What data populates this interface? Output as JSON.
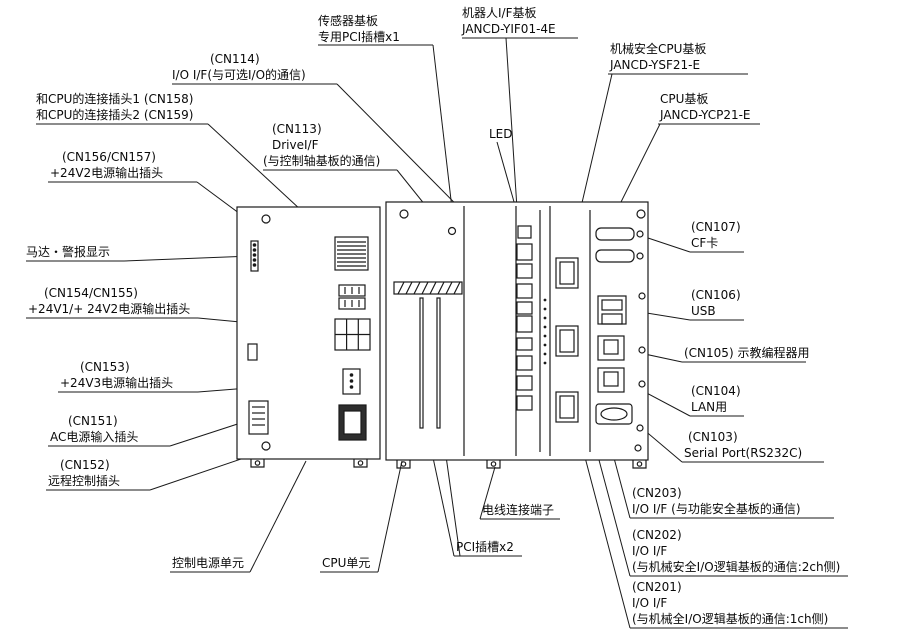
{
  "colors": {
    "line": "#1a1a1a",
    "background": "#ffffff"
  },
  "labels": {
    "sensor_pci": [
      "传感器基板",
      "专用PCI插槽x1"
    ],
    "robot_if": [
      "机器人I/F基板",
      "JANCD-YIF01-4E"
    ],
    "safety_cpu": [
      "机械安全CPU基板",
      "JANCD-YSF21-E"
    ],
    "cpu_board": [
      "CPU基板",
      "JANCD-YCP21-E"
    ],
    "cn114": [
      "(CN114)",
      "I/O I/F(与可选I/O的通信)"
    ],
    "cpu_connect": [
      "和CPU的连接插头1 (CN158)",
      "和CPU的连接插头2 (CN159)"
    ],
    "cn113": [
      "(CN113)",
      "DriveI/F",
      "(与控制轴基板的通信)"
    ],
    "led": [
      "LED"
    ],
    "cn156_157": [
      "(CN156/CN157)",
      "+24V2电源输出插头"
    ],
    "motor_alarm": [
      "马达・警报显示"
    ],
    "cn154_155": [
      "(CN154/CN155)",
      "+24V1/+ 24V2电源输出插头"
    ],
    "cn153": [
      "(CN153)",
      "+24V3电源输出插头"
    ],
    "cn151": [
      "(CN151)",
      "AC电源输入插头"
    ],
    "cn152": [
      "(CN152)",
      "远程控制插头"
    ],
    "cn107": [
      "(CN107)",
      "CF卡"
    ],
    "cn106": [
      "(CN106)",
      "USB"
    ],
    "cn105": [
      "(CN105) 示教编程器用"
    ],
    "cn104": [
      "(CN104)",
      "LAN用"
    ],
    "cn103": [
      "(CN103)",
      "Serial Port(RS232C)"
    ],
    "cn203": [
      "(CN203)",
      "I/O I/F (与功能安全基板的通信)"
    ],
    "cn202": [
      "(CN202)",
      "I/O I/F",
      "(与机械安全I/O逻辑基板的通信:2ch侧)"
    ],
    "cn201": [
      "(CN201)",
      "I/O I/F",
      "(与机械全I/O逻辑基板的通信:1ch侧)"
    ],
    "wire_terminal": [
      "电线连接端子"
    ],
    "pci_slots": [
      "PCI插槽x2"
    ],
    "ctrl_power": [
      "控制电源单元"
    ],
    "cpu_unit": [
      "CPU单元"
    ]
  }
}
